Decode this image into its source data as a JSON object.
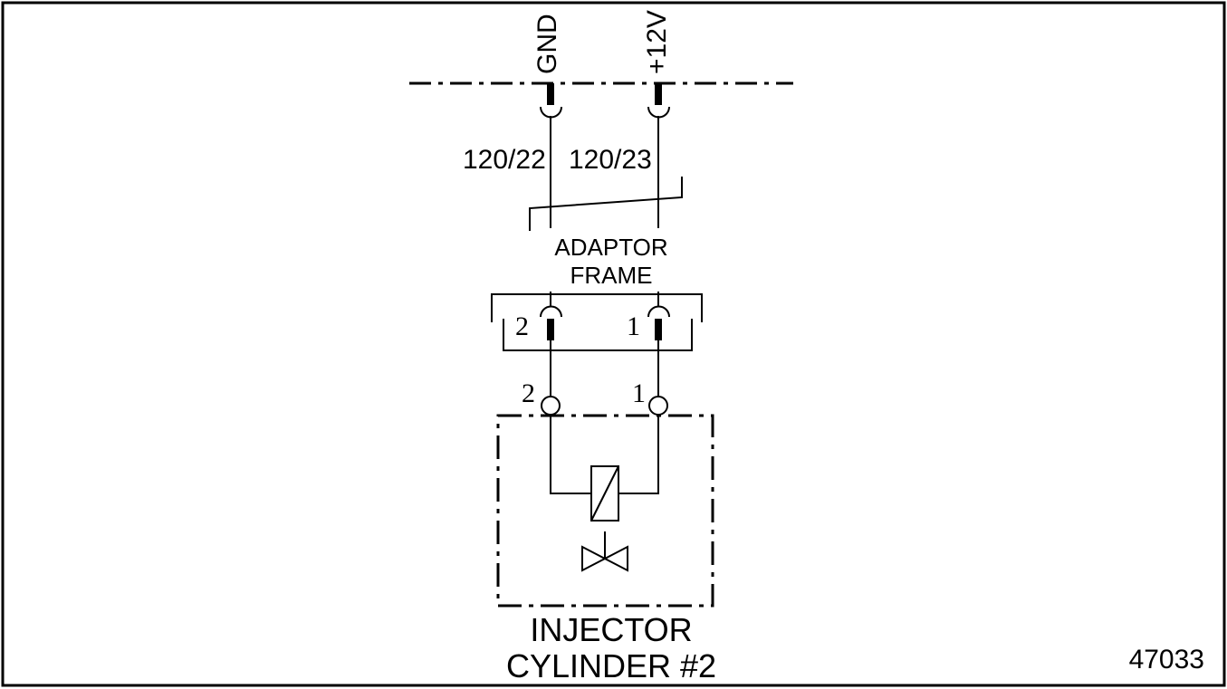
{
  "rail": {
    "gnd_label": "GND",
    "v12_label": "+12V"
  },
  "wires": {
    "gnd_wire": "120/22",
    "v12_wire": "120/23"
  },
  "adaptor_frame": {
    "line1": "ADAPTOR",
    "line2": "FRAME",
    "pin_left": "2",
    "pin_right": "1"
  },
  "injector": {
    "pin_left": "2",
    "pin_right": "1",
    "title_line1": "INJECTOR",
    "title_line2": "CYLINDER #2"
  },
  "figure_number": "47033"
}
